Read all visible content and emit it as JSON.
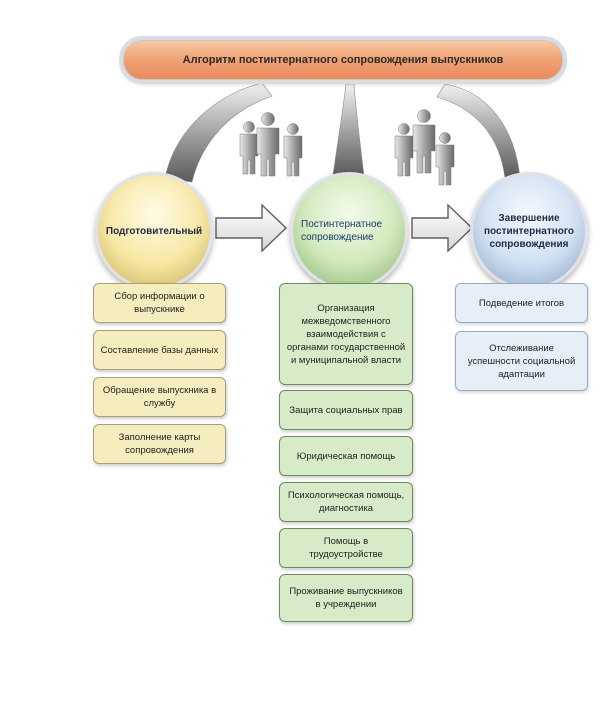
{
  "title": "Алгоритм постинтернатного сопровождения выпускников",
  "stages": [
    {
      "label": "Подготовительный"
    },
    {
      "label": "Постинтернатное сопровождение"
    },
    {
      "label": "Завершение постинтернатного сопровождения"
    }
  ],
  "columns": {
    "preparatory": [
      "Сбор информации о выпускнике",
      "Составление базы данных",
      "Обращение выпускника в службу",
      "Заполнение карты сопровождения"
    ],
    "support": [
      "Организация межведомственного взаимодействия с органами государственной и муниципальной власти",
      "Защита социальных прав",
      "Юридическая помощь",
      "Психологическая помощь, диагностика",
      "Помощь в трудоустройстве",
      "Проживание выпускников в учреждении"
    ],
    "completion": [
      "Подведение итогов",
      "Отслеживание успешности социальной адаптации"
    ]
  },
  "colors": {
    "title_fill": "#f0a476",
    "stage1_fill": "#f7e7a2",
    "stage2_fill": "#cfe8b9",
    "stage3_fill": "#cfe0f2",
    "box_yellow": "#f6edbf",
    "box_green": "#d8ebc8",
    "box_blue": "#e6eef8"
  },
  "icons": [
    "people-group-icon",
    "curved-arrow-icon",
    "block-arrow-right-icon",
    "pointer-triangle-icon"
  ]
}
